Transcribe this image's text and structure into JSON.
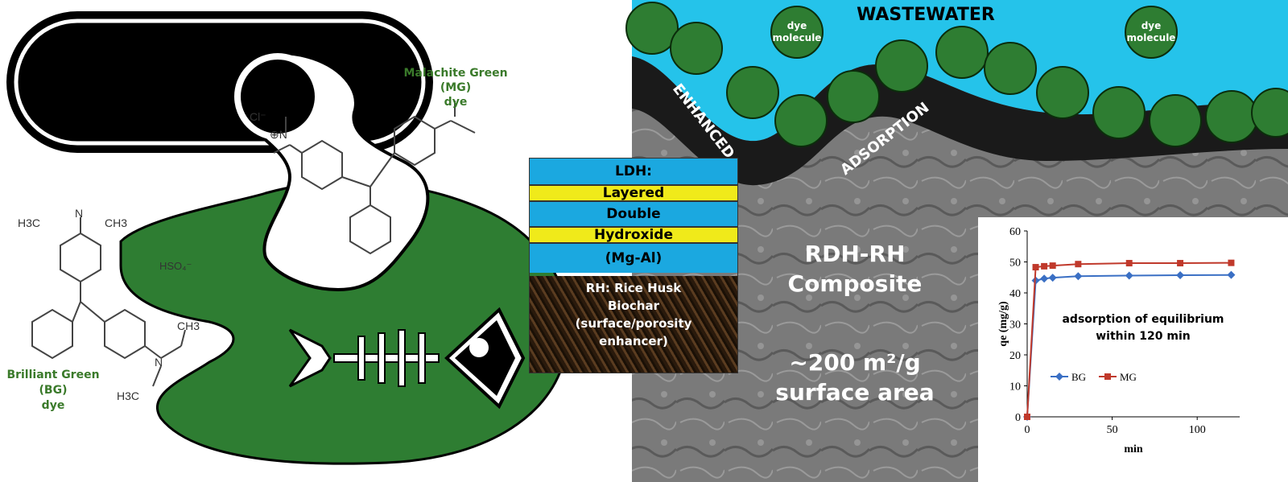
{
  "left_panel": {
    "mg_label": [
      "Malachite Green",
      "(MG)",
      "dye"
    ],
    "bg_label": [
      "Brilliant Green",
      "(BG)",
      "dye"
    ],
    "chloride": "Cl⁻",
    "bisulfate": "HSO₄⁻",
    "nitrogen_plus": "⊕N",
    "bg_groups": [
      "H3C",
      "CH3",
      "N",
      "CH3",
      "H3C",
      "N"
    ]
  },
  "ldh_stack": {
    "layers": [
      "LDH:",
      "Layered",
      "Double",
      "Hydroxide",
      "(Mg-Al)"
    ],
    "rh_text": [
      "RH: Rice Husk",
      "Biochar",
      "(surface/porosity",
      "enhancer)"
    ],
    "colors": {
      "blue": "#1ba8e0",
      "yellow": "#f0ea1a",
      "biochar": "#3a2a1a"
    }
  },
  "right_panel": {
    "wastewater": "WASTEWATER",
    "dye_molecule": [
      "dye",
      "molecule"
    ],
    "enhanced": "ENHANCED",
    "adsorption": "ADSORPTION",
    "composite": [
      "RDH-RH",
      "Composite"
    ],
    "surface_area": [
      "~200 m²/g",
      "surface area"
    ],
    "colors": {
      "water": "#25c3ea",
      "dye": "#2e7d32",
      "surface": "#777777"
    }
  },
  "chart_data": {
    "type": "line",
    "x": [
      0,
      5,
      10,
      15,
      30,
      60,
      90,
      120
    ],
    "series": [
      {
        "name": "BG",
        "values": [
          0,
          44,
          44.6,
          44.9,
          45.4,
          45.6,
          45.7,
          45.8
        ],
        "color": "#3a6fc4",
        "marker": "diamond"
      },
      {
        "name": "MG",
        "values": [
          0,
          48.3,
          48.6,
          48.8,
          49.3,
          49.6,
          49.6,
          49.7
        ],
        "color": "#c0392b",
        "marker": "square"
      }
    ],
    "xlabel": "min",
    "ylabel": "qe (mg/g)",
    "xticks": [
      0,
      50,
      100
    ],
    "yticks": [
      0,
      10,
      20,
      30,
      40,
      50,
      60
    ],
    "xlim": [
      0,
      125
    ],
    "ylim": [
      0,
      60
    ],
    "annotation": [
      "adsorption of equilibrium",
      "within 120 min"
    ],
    "legend_position": "bottom-left"
  }
}
